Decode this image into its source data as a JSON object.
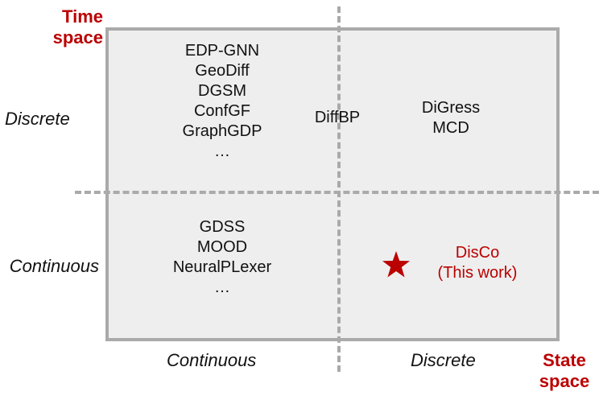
{
  "axes": {
    "time_axis_title": [
      "Time",
      "space"
    ],
    "state_axis_title": [
      "State",
      "space"
    ],
    "row_labels": {
      "discrete": "Discrete",
      "continuous": "Continuous"
    },
    "column_labels": {
      "continuous": "Continuous",
      "discrete": "Discrete"
    }
  },
  "quadrants": {
    "discrete_time_continuous_state": [
      "EDP-GNN",
      "GeoDiff",
      "DGSM",
      "ConfGF",
      "GraphGDP",
      "…"
    ],
    "boundary": [
      "DiffBP"
    ],
    "discrete_time_discrete_state": [
      "DiGress",
      "MCD"
    ],
    "continuous_time_continuous_state": [
      "GDSS",
      "MOOD",
      "NeuralPLexer",
      "…"
    ],
    "continuous_time_discrete_state": [
      "DisCo",
      "(This work)"
    ]
  },
  "colors": {
    "highlight": "#bb0000",
    "box_fill": "#eeeeee",
    "box_border": "#aaaaaa"
  },
  "icons": {
    "ours_marker": "star-icon"
  }
}
